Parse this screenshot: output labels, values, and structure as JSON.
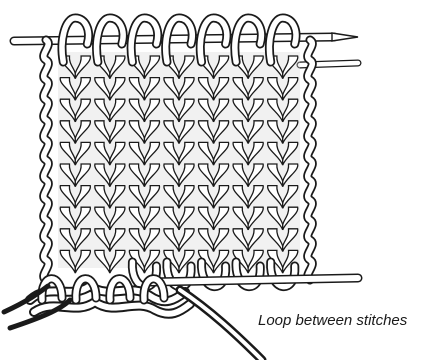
{
  "diagram": {
    "caption": "Loop between stitches",
    "stitch_columns": 7,
    "stitch_rows": 10,
    "colors": {
      "ink": "#1a1a1a",
      "fill": "#ffffff",
      "shade": "#d6d6d6"
    }
  }
}
